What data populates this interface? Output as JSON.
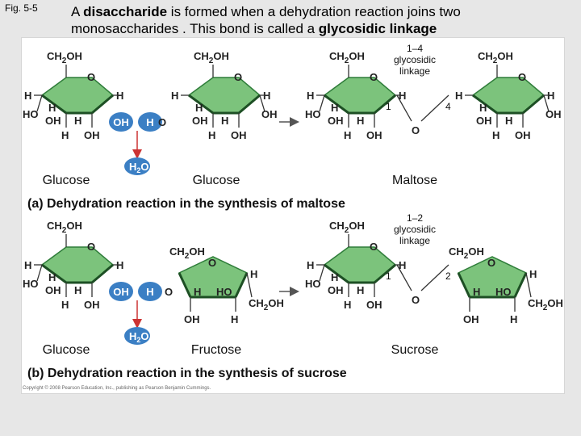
{
  "figure_label": "Fig. 5-5",
  "caption": {
    "p1": "A ",
    "b1": "disaccharide",
    "p2": " is formed when a dehydration reaction joins two monosaccharides . This bond is called a ",
    "b2": "glycosidic linkage"
  },
  "panel_a": {
    "title": "(a) Dehydration reaction in the synthesis of maltose",
    "names": [
      "Glucose",
      "Glucose",
      "Maltose"
    ],
    "linkage": [
      "1–4",
      "glycosidic",
      "linkage"
    ],
    "oh": "OH",
    "h": "H",
    "water": {
      "main": "H",
      "sub": "2",
      "o": "O"
    }
  },
  "panel_b": {
    "title": "(b) Dehydration reaction in the synthesis of sucrose",
    "names": [
      "Glucose",
      "Fructose",
      "Sucrose"
    ],
    "linkage": [
      "1–2",
      "glycosidic",
      "linkage"
    ],
    "oh": "OH",
    "h": "H",
    "water": {
      "main": "H",
      "sub": "2",
      "o": "O"
    }
  },
  "atoms": {
    "ch2oh": "CH2OH",
    "h": "H",
    "oh": "OH",
    "ho": "HO",
    "o": "O",
    "num1": "1",
    "num2": "2",
    "num4": "4"
  },
  "copyright": "Copyright © 2008 Pearson Education, Inc., publishing as Pearson Benjamin Cummings.",
  "colors": {
    "ring_fill": "#7cc37c",
    "ring_stroke": "#2f7d3a",
    "ion_fill": "#3b7fc4",
    "arrow": "#cc3333",
    "water_fill": "#3b7fc4"
  }
}
